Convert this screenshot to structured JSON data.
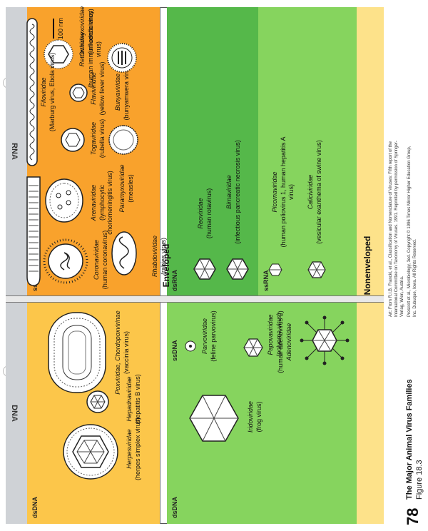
{
  "page_number": "78",
  "figure": {
    "title": "The Major Animal Virus Families",
    "number": "Figure 18.3",
    "credit_lines": [
      "Art: From R.I.B. Francki, et al., Classification and Nomenclature of Viruses: Fifth report of the",
      "International Committee on Taxonomy of Viruses. 1991. Reprinted by permission of Springer-",
      "Verlag, Wien, Austria.",
      "Prescott et al., Microbiology, 3ed. Copyright © 1996 Times Mirror Higher Education Group,",
      "Inc. Dubuque, Iowa. All Rights Reserved."
    ]
  },
  "headers": {
    "enveloped": "Enveloped",
    "nonenveloped": "Nonenveloped"
  },
  "rows": {
    "dna": "DNA",
    "rna": "RNA"
  },
  "sections": {
    "env_dsdna": "dsDNA",
    "env_ssrna": "ssRNA",
    "non_dsdna": "dsDNA",
    "non_ssdna": "ssDNA",
    "non_dsrna": "dsRNA",
    "non_ssrna": "ssRNA"
  },
  "viruses": {
    "herpes": {
      "family": "Herpesviridae",
      "example": "(herpes simplex virus)"
    },
    "hepadna": {
      "family": "Hepadnaviridae",
      "example": "(hepatitis B virus)"
    },
    "pox": {
      "family": "Poxviridae, Chordopoxvirinae",
      "example": "(vaccinia virus)"
    },
    "irido": {
      "family": "Iridoviridae",
      "example": "(frog virus)"
    },
    "adeno": {
      "family": "Adenoviridae",
      "example": "(human adenovirus 2)"
    },
    "papova": {
      "family": "Papovaviridae",
      "example": "(polyoma virus)"
    },
    "parvo": {
      "family": "Parvoviridae",
      "example": "(feline parvovirus)"
    },
    "corona": {
      "family": "Coronaviridae",
      "example": "(human coronavirus)"
    },
    "arena": {
      "family": "Arenaviridae",
      "example": "(lymphocytic choriomeningitis virus)"
    },
    "paramyxo": {
      "family": "Paramyxoviridae",
      "example": "(measles)"
    },
    "toga": {
      "family": "Togaviridae",
      "example": "(rubella virus)"
    },
    "bunya": {
      "family": "Bunyaviridae",
      "example": "(bunyamwera virus)"
    },
    "flavi": {
      "family": "Flaviviridae",
      "example": "(yellow fever virus)"
    },
    "orthomyxo": {
      "family": "Orthomyxoviridae",
      "example": "(influenza virus)"
    },
    "retro": {
      "family": "Retroviridae",
      "example": "(human immun-odeficiency virus)"
    },
    "rhabdo": {
      "family": "Rhabdoviridae",
      "example": "(rabies virus)"
    },
    "filo": {
      "family": "Filoviridae",
      "example": "(Marburg virus, Ebola virus)"
    },
    "reo": {
      "family": "Reoviridae",
      "example": "(human rotavirus)"
    },
    "birna": {
      "family": "Birnaviridae",
      "example": "(infectious pancreatic necrosis virus)"
    },
    "picorna": {
      "family": "Picornaviridae",
      "example": "(human poliovirus 1, human hepatitis A virus)"
    },
    "calici": {
      "family": "Caliciviridae",
      "example": "(vesicular exanthema of swine virus)"
    }
  },
  "scale_bar": "100 nm",
  "colors": {
    "enveloped_dna": "#fcc64a",
    "enveloped_rna": "#f9a22c",
    "nonenveloped_top": "#86d45e",
    "nonenveloped_ssrna": "#55b84a",
    "row_label_band": "#cfd2d6"
  }
}
